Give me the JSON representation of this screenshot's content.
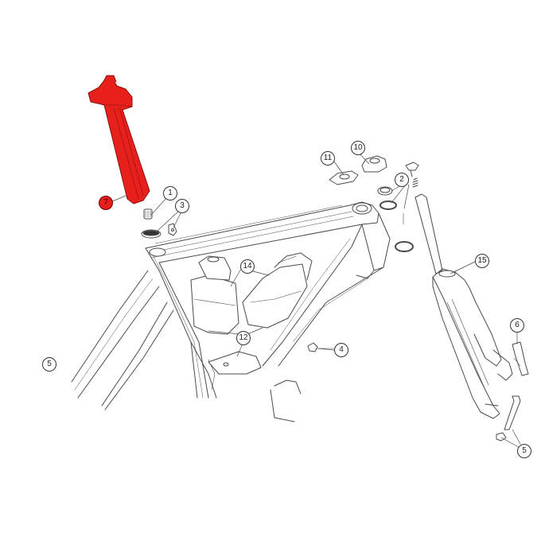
{
  "diagram": {
    "colors": {
      "highlight": "#e8201c",
      "highlight_edge": "#8a0f0c",
      "line": "#4a4a4a",
      "background": "#ffffff"
    },
    "highlighted_part": "7",
    "callouts": [
      {
        "id": "c1",
        "label": "1",
        "part": "headset-top-cap"
      },
      {
        "id": "c2",
        "label": "2",
        "part": "headset-bearings-spacers"
      },
      {
        "id": "c3",
        "label": "3",
        "part": "seatpost-clamp-wedge"
      },
      {
        "id": "c4",
        "label": "4",
        "part": "cable-guide"
      },
      {
        "id": "c5a",
        "label": "5",
        "part": "rear-thru-axle"
      },
      {
        "id": "c5b",
        "label": "5",
        "part": "front-thru-axle"
      },
      {
        "id": "c6",
        "label": "6",
        "part": "fork-dropout-insert"
      },
      {
        "id": "c7",
        "label": "7",
        "part": "seatpost"
      },
      {
        "id": "c10",
        "label": "10",
        "part": "headset-cover"
      },
      {
        "id": "c11",
        "label": "11",
        "part": "top-tube-cover"
      },
      {
        "id": "c12",
        "label": "12",
        "part": "bottle-cage-mount"
      },
      {
        "id": "c14",
        "label": "14",
        "part": "bottle-cages"
      },
      {
        "id": "c15",
        "label": "15",
        "part": "fork"
      }
    ]
  }
}
